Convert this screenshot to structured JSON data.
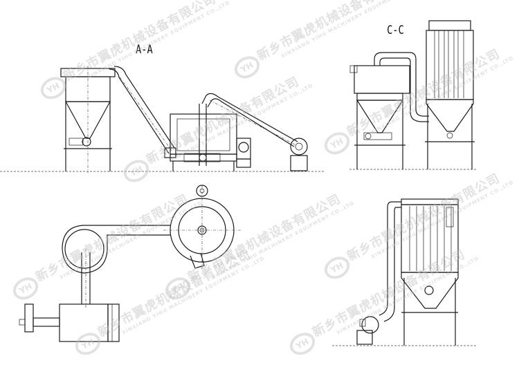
{
  "views": {
    "section_aa": {
      "label": "A-A"
    },
    "section_cc": {
      "label": "C-C"
    }
  },
  "watermark": {
    "company_cn": "新乡市翼虎机械设备有限公司",
    "company_en": "XINXIANG YIHU MACHINERY EQUIPMENT CO.,LTD",
    "logo_text": "YH"
  },
  "colors": {
    "line": "#1a1a1a",
    "watermark": "#bebebe"
  }
}
